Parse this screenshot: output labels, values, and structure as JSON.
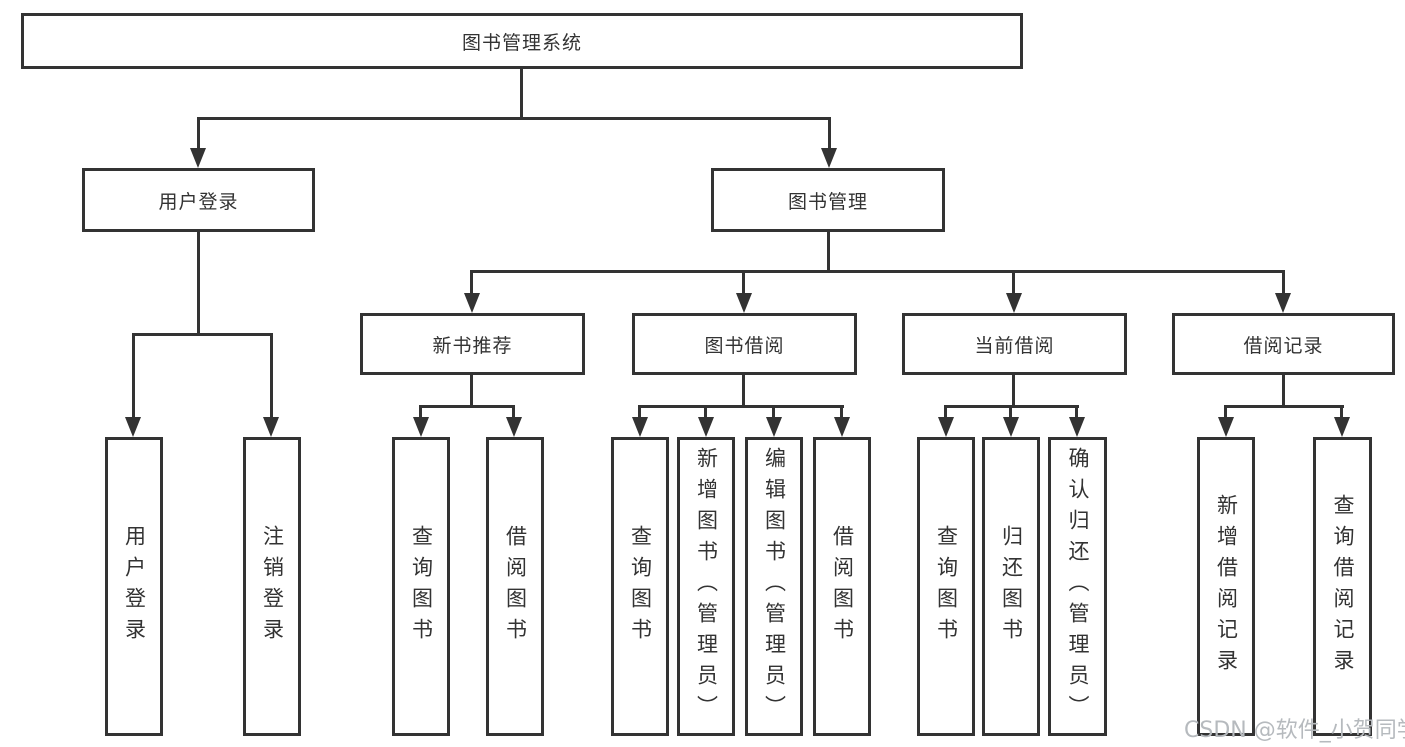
{
  "tree": {
    "root": {
      "label": "图书管理系统"
    },
    "branches": [
      {
        "label": "用户登录",
        "children": [
          {
            "label": "用户登录"
          },
          {
            "label": "注销登录"
          }
        ]
      },
      {
        "label": "图书管理",
        "groups": [
          {
            "label": "新书推荐",
            "children": [
              {
                "label": "查询图书"
              },
              {
                "label": "借阅图书"
              }
            ]
          },
          {
            "label": "图书借阅",
            "children": [
              {
                "label": "查询图书"
              },
              {
                "label": "新增图书（管理员）"
              },
              {
                "label": "编辑图书（管理员）"
              },
              {
                "label": "借阅图书"
              }
            ]
          },
          {
            "label": "当前借阅",
            "children": [
              {
                "label": "查询图书"
              },
              {
                "label": "归还图书"
              },
              {
                "label": "确认归还（管理员）"
              }
            ]
          },
          {
            "label": "借阅记录",
            "children": [
              {
                "label": "新增借阅记录"
              },
              {
                "label": "查询借阅记录"
              }
            ]
          }
        ]
      }
    ]
  },
  "watermark": {
    "text": "CSDN @软件_小贺同学"
  },
  "colors": {
    "line": "#333333",
    "text": "#333333",
    "box_background": "#ffffff",
    "watermark": "#b6babe",
    "page_background": "#ffffff"
  }
}
